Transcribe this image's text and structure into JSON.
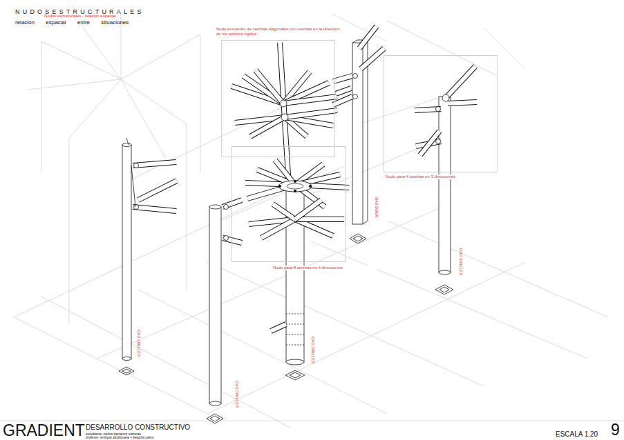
{
  "diagram": {
    "title": "NUDOSESTRUCTURALES",
    "nodes": [
      {
        "text": [
          "Nudo encuentro de cerchas diagonales con cerchas en la dirección de los pórticos rígidos"
        ]
      },
      {
        "text": [
          "Nudo para 4 cerchas en 3 direcciones"
        ]
      },
      {
        "text": [
          "Nudo para 8 cerchas en 4 direcciones"
        ]
      }
    ],
    "labels": [
      "relación espacial entre situaciones",
      "Nudos estructurales - relación espacial",
      "SHS 200x8",
      "CHS 360x12,5",
      "CHS 360x12,5",
      "CHS 360x12,5",
      "CHS 360x12,5",
      "GRADIENT",
      "DESARROLLO CONSTRUCTIVO",
      "estudiante: carlos barranco carreras",
      "profesor: enrique azpilicueta + begoña calvo",
      "ESCALA 1.20",
      "9"
    ]
  }
}
